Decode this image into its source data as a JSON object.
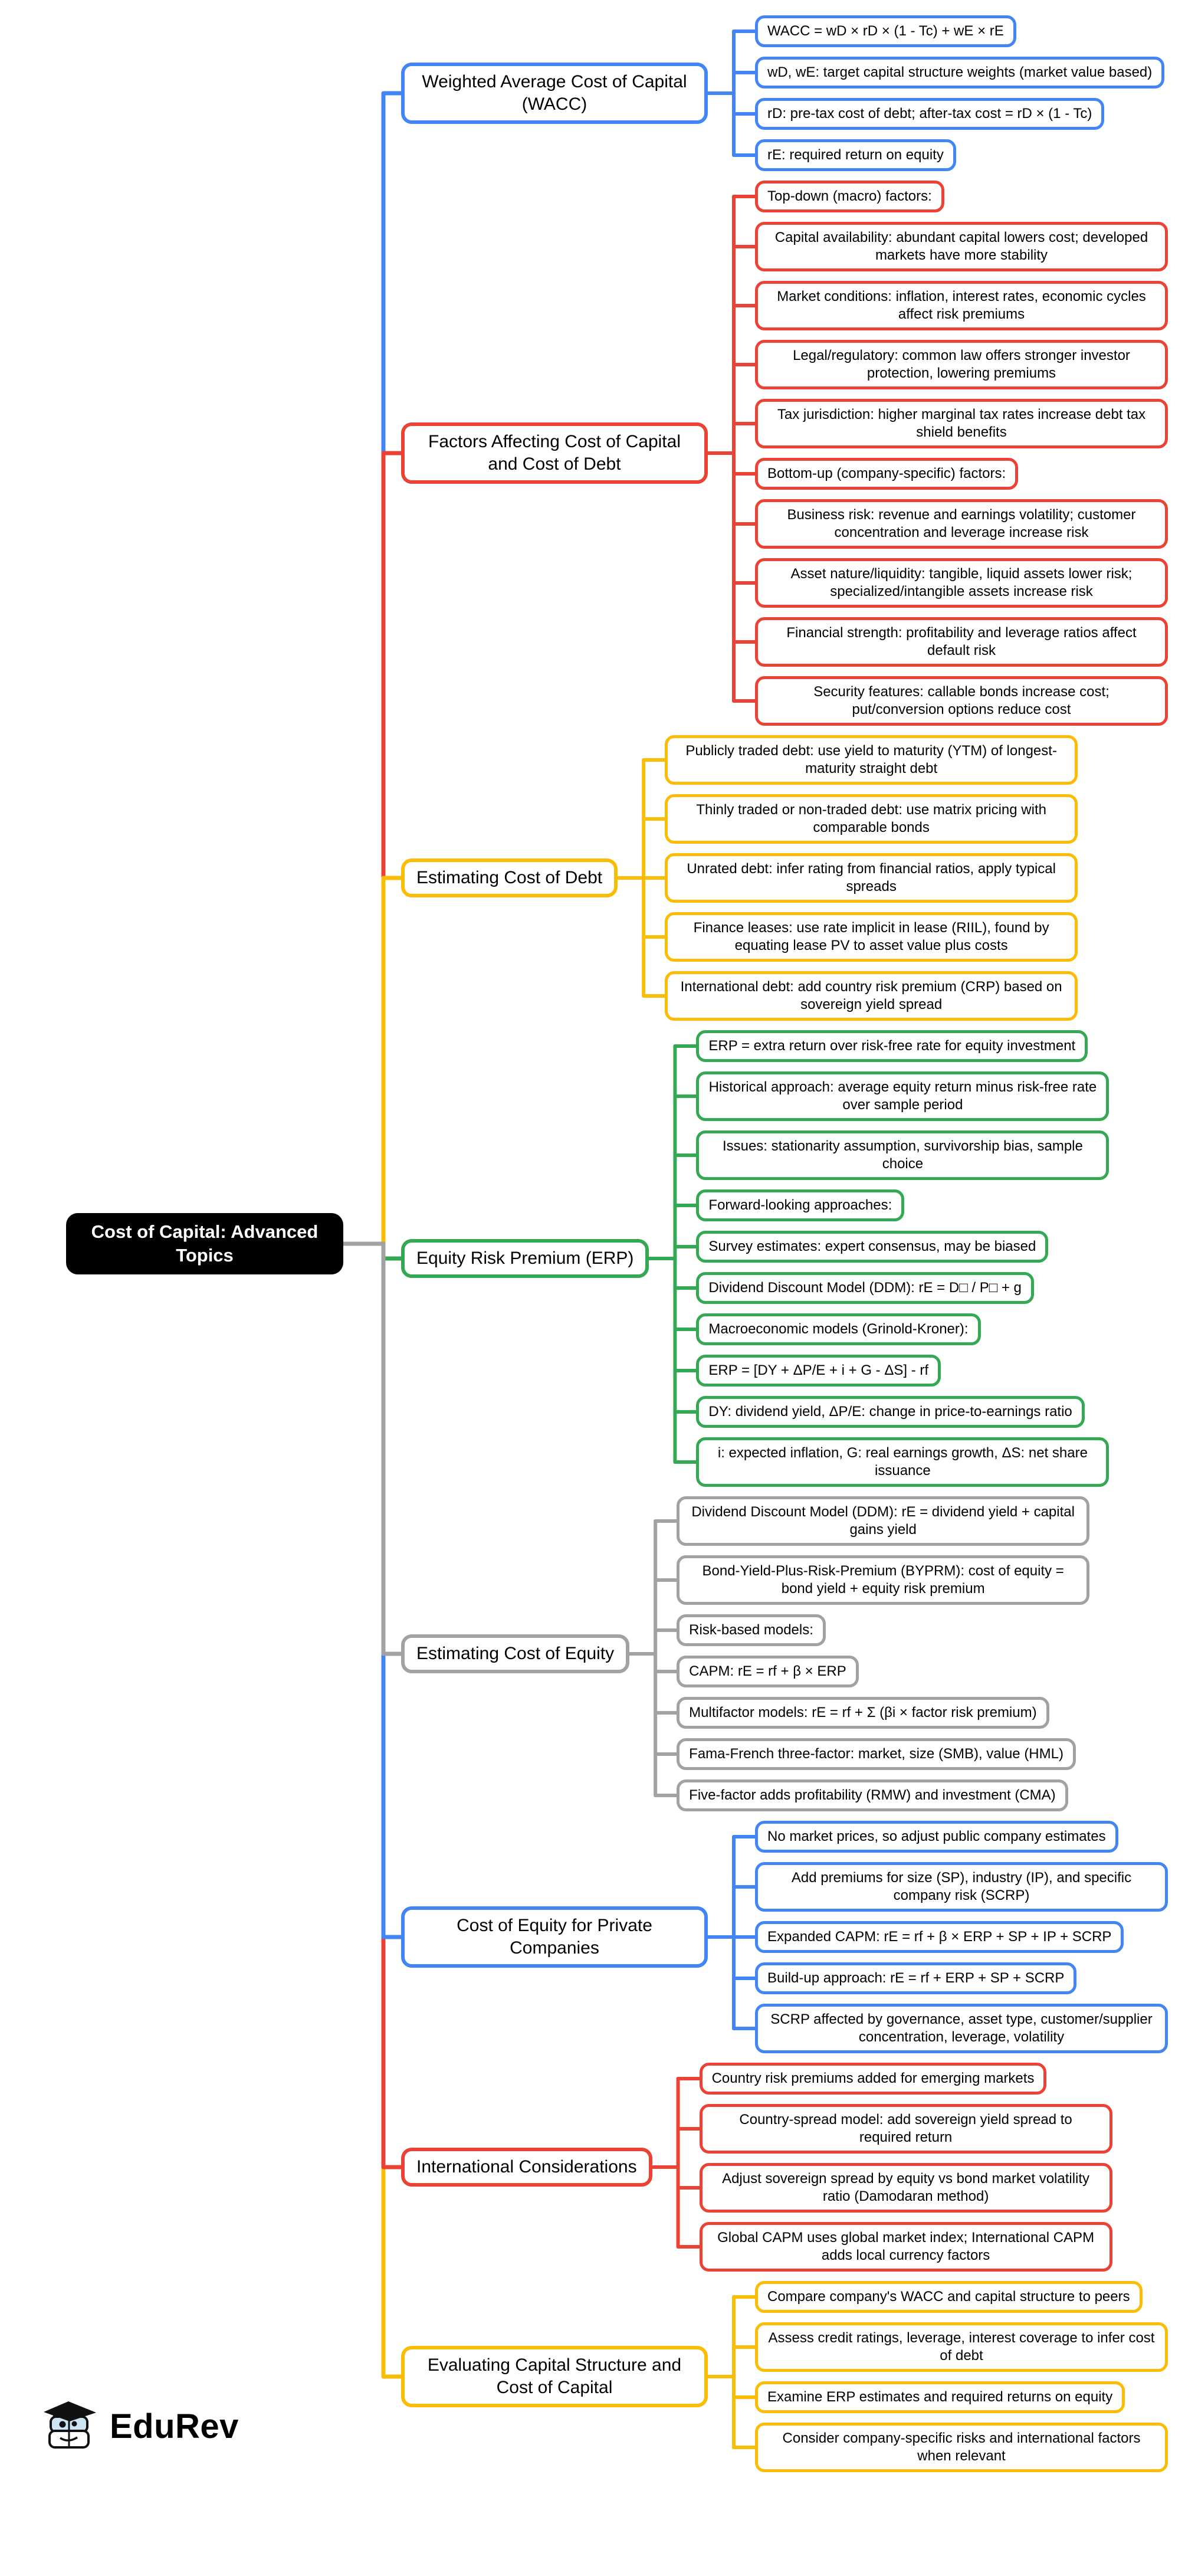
{
  "root": {
    "label": "Cost of Capital: Advanced Topics",
    "bg": "#000000",
    "text_color": "#ffffff"
  },
  "colors": {
    "blue": "#4285F4",
    "red": "#EA4335",
    "yellow": "#FBBC05",
    "green": "#34A853",
    "gray": "#A2A2A2"
  },
  "branches": [
    {
      "id": "wacc",
      "title": "Weighted Average Cost of Capital (WACC)",
      "color": "#4285F4",
      "leaves": [
        "WACC = wD × rD × (1 - Tc) + wE × rE",
        "wD, wE: target capital structure weights (market value based)",
        "rD: pre-tax cost of debt; after-tax cost = rD × (1 - Tc)",
        "rE: required return on equity"
      ]
    },
    {
      "id": "factors",
      "title": "Factors Affecting Cost of Capital and Cost of Debt",
      "color": "#EA4335",
      "leaves": [
        "Top-down (macro) factors:",
        "Capital availability: abundant capital lowers cost; developed markets have more stability",
        "Market conditions: inflation, interest rates, economic cycles affect risk premiums",
        "Legal/regulatory: common law offers stronger investor protection, lowering premiums",
        "Tax jurisdiction: higher marginal tax rates increase debt tax shield benefits",
        "Bottom-up (company-specific) factors:",
        "Business risk: revenue and earnings volatility; customer concentration and leverage increase risk",
        "Asset nature/liquidity: tangible, liquid assets lower risk; specialized/intangible assets increase risk",
        "Financial strength: profitability and leverage ratios affect default risk",
        "Security features: callable bonds increase cost; put/conversion options reduce cost"
      ]
    },
    {
      "id": "cost-of-debt",
      "title": "Estimating Cost of Debt",
      "color": "#FBBC05",
      "leaves": [
        "Publicly traded debt: use yield to maturity (YTM) of longest-maturity straight debt",
        "Thinly traded or non-traded debt: use matrix pricing with comparable bonds",
        "Unrated debt: infer rating from financial ratios, apply typical spreads",
        "Finance leases: use rate implicit in lease (RIIL), found by equating lease PV to asset value plus costs",
        "International debt: add country risk premium (CRP) based on sovereign yield spread"
      ]
    },
    {
      "id": "erp",
      "title": "Equity Risk Premium (ERP)",
      "color": "#34A853",
      "leaves": [
        "ERP = extra return over risk-free rate for equity investment",
        "Historical approach: average equity return minus risk-free rate over sample period",
        "Issues: stationarity assumption, survivorship bias, sample choice",
        "Forward-looking approaches:",
        "Survey estimates: expert consensus, may be biased",
        "Dividend Discount Model (DDM): rE = D□ / P□ + g",
        "Macroeconomic models (Grinold-Kroner):",
        "ERP = [DY + ΔP/E + i + G - ΔS] - rf",
        "DY: dividend yield, ΔP/E: change in price-to-earnings ratio",
        "i: expected inflation, G: real earnings growth, ΔS: net share issuance"
      ]
    },
    {
      "id": "cost-of-equity",
      "title": "Estimating Cost of Equity",
      "color": "#A2A2A2",
      "leaves": [
        "Dividend Discount Model (DDM): rE = dividend yield + capital gains yield",
        "Bond-Yield-Plus-Risk-Premium (BYPRM): cost of equity = bond yield + equity risk premium",
        "Risk-based models:",
        "CAPM: rE = rf + β × ERP",
        "Multifactor models: rE = rf + Σ (βi × factor risk premium)",
        "Fama-French three-factor: market, size (SMB), value (HML)",
        "Five-factor adds profitability (RMW) and investment (CMA)"
      ]
    },
    {
      "id": "private-companies",
      "title": "Cost of Equity for Private Companies",
      "color": "#4285F4",
      "leaves": [
        "No market prices, so adjust public company estimates",
        "Add premiums for size (SP), industry (IP), and specific company risk (SCRP)",
        "Expanded CAPM: rE = rf + β × ERP + SP + IP + SCRP",
        "Build-up approach: rE = rf + ERP + SP + SCRP",
        "SCRP affected by governance, asset type, customer/supplier concentration, leverage, volatility"
      ]
    },
    {
      "id": "international",
      "title": "International Considerations",
      "color": "#EA4335",
      "leaves": [
        "Country risk premiums added for emerging markets",
        "Country-spread model: add sovereign yield spread to required return",
        "Adjust sovereign spread by equity vs bond market volatility ratio (Damodaran method)",
        "Global CAPM uses global market index; International CAPM adds local currency factors"
      ]
    },
    {
      "id": "evaluating",
      "title": "Evaluating Capital Structure and Cost of Capital",
      "color": "#FBBC05",
      "leaves": [
        "Compare company's WACC and capital structure to peers",
        "Assess credit ratings, leverage, interest coverage to infer cost of debt",
        "Examine ERP estimates and required returns on equity",
        "Consider company-specific risks and international factors when relevant"
      ]
    }
  ],
  "logo": {
    "text": "EduRev"
  }
}
